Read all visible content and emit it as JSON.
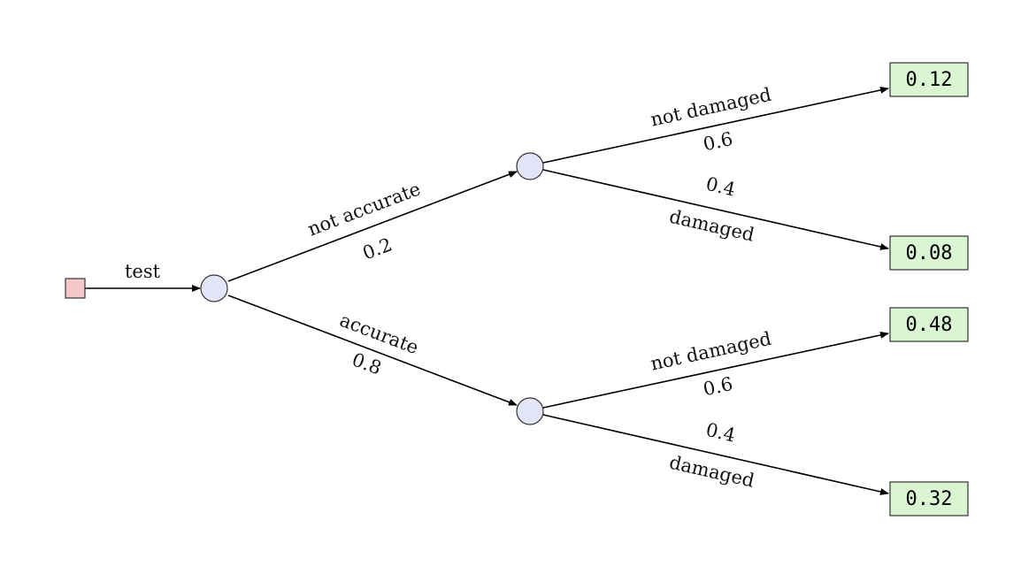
{
  "tree": {
    "root_edge": {
      "label": "test"
    },
    "branches": [
      {
        "label": "not accurate",
        "prob": "0.2",
        "outcomes": [
          {
            "label": "not damaged",
            "prob": "0.6",
            "leaf": "0.12"
          },
          {
            "label": "damaged",
            "prob": "0.4",
            "leaf": "0.08"
          }
        ]
      },
      {
        "label": "accurate",
        "prob": "0.8",
        "outcomes": [
          {
            "label": "not damaged",
            "prob": "0.6",
            "leaf": "0.48"
          },
          {
            "label": "damaged",
            "prob": "0.4",
            "leaf": "0.32"
          }
        ]
      }
    ],
    "colors": {
      "decision_fill": "#f4c8c8",
      "chance_fill": "#e4e4f8",
      "leaf_fill": "#d9f5d2",
      "edge": "#000000"
    }
  }
}
